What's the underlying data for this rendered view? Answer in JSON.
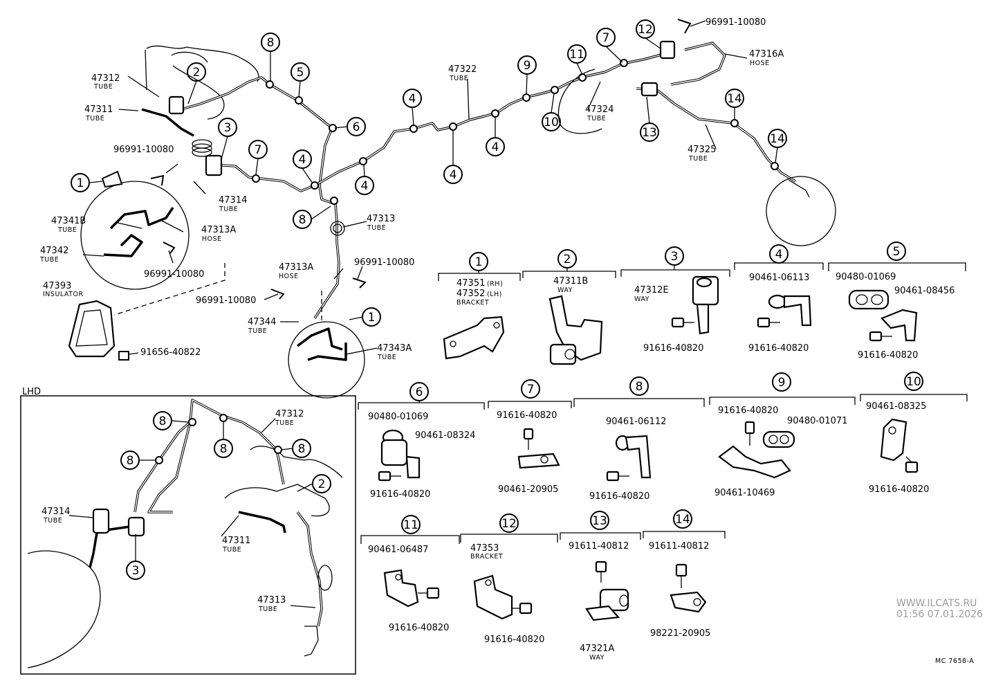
{
  "diagram_code": "MC 7658-A",
  "watermark": {
    "site": "WWW.ILCATS.RU",
    "timestamp": "01:56 07.01.2026"
  },
  "lhd_label": "LHD",
  "callouts": {
    "c1": "1",
    "c2": "2",
    "c3": "3",
    "c4": "4",
    "c5": "5",
    "c6": "6",
    "c7": "7",
    "c8": "8",
    "c9": "9",
    "c10": "10",
    "c11": "11",
    "c12": "12",
    "c13": "13",
    "c14": "14"
  },
  "labels": {
    "p47312": {
      "num": "47312",
      "sub": "TUBE"
    },
    "p47311": {
      "num": "47311",
      "sub": "TUBE"
    },
    "p96991_a": {
      "num": "96991-10080"
    },
    "p47314": {
      "num": "47314",
      "sub": "TUBE"
    },
    "p47341b": {
      "num": "47341B",
      "sub": "TUBE"
    },
    "p47313a": {
      "num": "47313A",
      "sub": "HOSE"
    },
    "p47342": {
      "num": "47342",
      "sub": "TUBE"
    },
    "p96991_b": {
      "num": "96991-10080"
    },
    "p47393": {
      "num": "47393",
      "sub": "INSULATOR"
    },
    "p91656": {
      "num": "91656-40822"
    },
    "p47313": {
      "num": "47313",
      "sub": "TUBE"
    },
    "p96991_c": {
      "num": "96991-10080"
    },
    "p47313a_2": {
      "num": "47313A",
      "sub": "HOSE"
    },
    "p96991_d": {
      "num": "96991-10080"
    },
    "p47344": {
      "num": "47344",
      "sub": "TUBE"
    },
    "p47343a": {
      "num": "47343A",
      "sub": "TUBE"
    },
    "p47322": {
      "num": "47322",
      "sub": "TUBE"
    },
    "p47324": {
      "num": "47324",
      "sub": "TUBE"
    },
    "p96991_e": {
      "num": "96991-10080"
    },
    "p47316a": {
      "num": "47316A",
      "sub": "HOSE"
    },
    "p47325": {
      "num": "47325",
      "sub": "TUBE"
    }
  },
  "detail_groups": {
    "g1": {
      "num": "1",
      "l1": "47351",
      "l1s": "(RH)",
      "l2": "47352",
      "l2s": "(LH)",
      "sub": "BRACKET"
    },
    "g2": {
      "num": "2",
      "l1": "47311B",
      "sub": "WAY"
    },
    "g3": {
      "num": "3",
      "l1": "47312E",
      "sub": "WAY",
      "l2": "91616-40820"
    },
    "g4": {
      "num": "4",
      "l1": "90461-06113",
      "l2": "91616-40820"
    },
    "g5": {
      "num": "5",
      "l1": "90480-01069",
      "l2": "90461-08456",
      "l3": "91616-40820"
    },
    "g6": {
      "num": "6",
      "l1": "90480-01069",
      "l2": "90461-08324",
      "l3": "91616-40820"
    },
    "g7": {
      "num": "7",
      "l1": "91616-40820",
      "l2": "90461-20905"
    },
    "g8": {
      "num": "8",
      "l1": "90461-06112",
      "l2": "91616-40820"
    },
    "g9": {
      "num": "9",
      "l1": "91616-40820",
      "l2": "90480-01071",
      "l3": "90461-10469"
    },
    "g10": {
      "num": "10",
      "l1": "90461-08325",
      "l2": "91616-40820"
    },
    "g11": {
      "num": "11",
      "l1": "90461-06487",
      "l2": "91616-40820"
    },
    "g12": {
      "num": "12",
      "l1": "47353",
      "sub": "BRACKET",
      "l2": "91616-40820"
    },
    "g13": {
      "num": "13",
      "l1": "91611-40812",
      "l2": "47321A",
      "sub": "WAY"
    },
    "g14": {
      "num": "14",
      "l1": "91611-40812",
      "l2": "98221-20905"
    }
  },
  "lhd": {
    "p47312": {
      "num": "47312",
      "sub": "TUBE"
    },
    "p47314": {
      "num": "47314",
      "sub": "TUBE"
    },
    "p47311": {
      "num": "47311",
      "sub": "TUBE"
    },
    "p47313": {
      "num": "47313",
      "sub": "TUBE"
    },
    "c8a": "8",
    "c8b": "8",
    "c8c": "8",
    "c8d": "8",
    "c2": "2",
    "c3": "3"
  }
}
